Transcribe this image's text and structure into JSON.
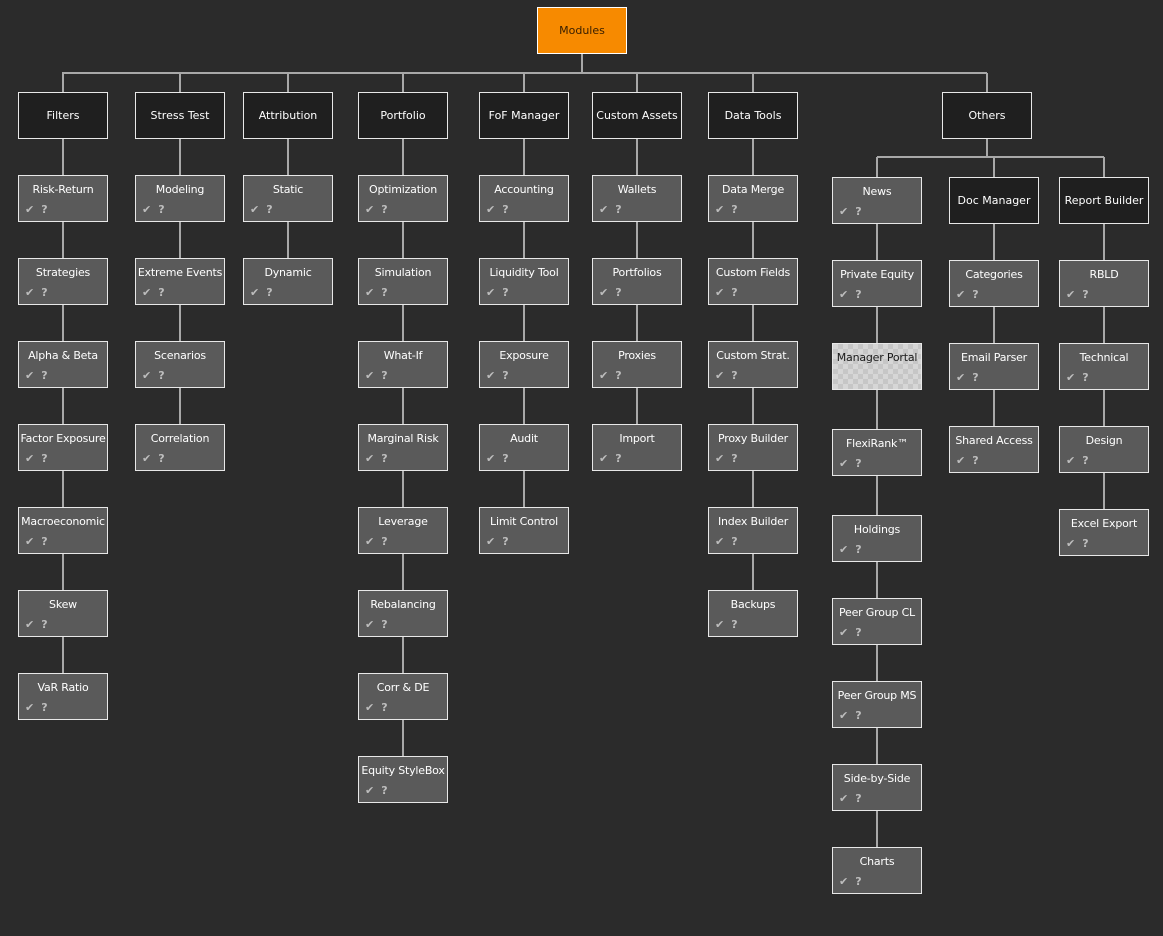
{
  "root": {
    "label": "Modules",
    "color": "#f78a00"
  },
  "colors": {
    "background": "#2b2b2b",
    "category_fill": "#1f1f1f",
    "leaf_fill": "#5a5a5a",
    "connector": "#a8a8a8",
    "border": "#e8e8e8"
  },
  "status_icons": {
    "check": "✔",
    "question": "?"
  },
  "categories": [
    {
      "label": "Filters",
      "children": [
        "Risk-Return",
        "Strategies",
        "Alpha & Beta",
        "Factor Exposure",
        "Macroeconomic",
        "Skew",
        "VaR Ratio"
      ]
    },
    {
      "label": "Stress Test",
      "children": [
        "Modeling",
        "Extreme Events",
        "Scenarios",
        "Correlation"
      ]
    },
    {
      "label": "Attribution",
      "children": [
        "Static",
        "Dynamic"
      ]
    },
    {
      "label": "Portfolio",
      "children": [
        "Optimization",
        "Simulation",
        "What-If",
        "Marginal Risk",
        "Leverage",
        "Rebalancing",
        "Corr & DE",
        "Equity StyleBox"
      ]
    },
    {
      "label": "FoF Manager",
      "children": [
        "Accounting",
        "Liquidity Tool",
        "Exposure",
        "Audit",
        "Limit Control"
      ]
    },
    {
      "label": "Custom Assets",
      "children": [
        "Wallets",
        "Portfolios",
        "Proxies",
        "Import"
      ]
    },
    {
      "label": "Data Tools",
      "children": [
        "Data Merge",
        "Custom Fields",
        "Custom Strat.",
        "Proxy Builder",
        "Index Builder",
        "Backups"
      ]
    },
    {
      "label": "Others",
      "subcategories": [
        {
          "label": "News",
          "is_leaf": true,
          "children": [
            "Private Equity",
            "Manager Portal",
            "FlexiRank™",
            "Holdings",
            "Peer Group CL",
            "Peer Group MS",
            "Side-by-Side",
            "Charts"
          ],
          "pending": [
            "Manager Portal"
          ]
        },
        {
          "label": "Doc Manager",
          "children": [
            "Categories",
            "Email Parser",
            "Shared Access"
          ]
        },
        {
          "label": "Report Builder",
          "children": [
            "RBLD",
            "Technical",
            "Design",
            "Excel Export"
          ]
        }
      ]
    }
  ]
}
